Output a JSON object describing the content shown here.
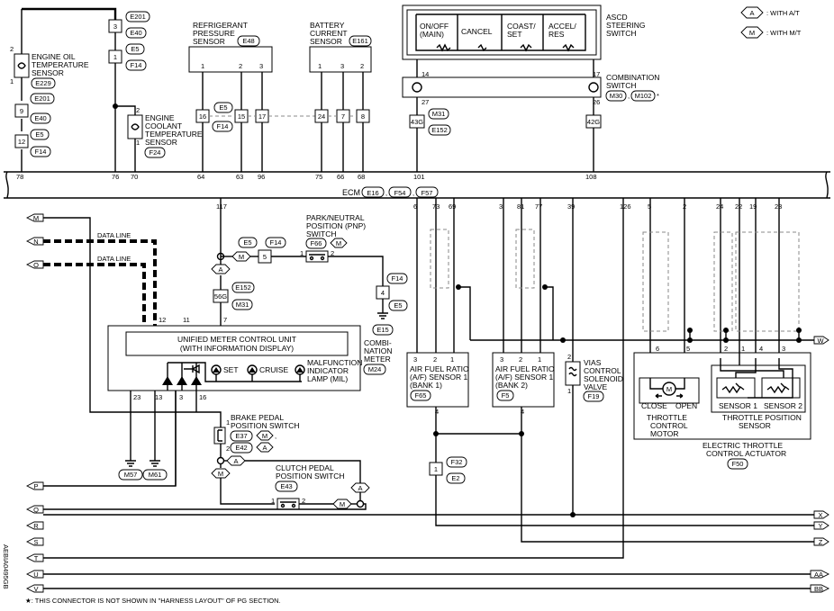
{
  "legend": {
    "a_symbol": "A",
    "a_text": ": WITH A/T",
    "m_symbol": "M",
    "m_text": ": WITH M/T"
  },
  "ecm": {
    "label": "ECM",
    "connectors": [
      "E16",
      "F54",
      "F57"
    ],
    "top_pins": [
      "78",
      "76",
      "70",
      "64",
      "63",
      "96",
      "75",
      "66",
      "68",
      "101",
      "108"
    ],
    "bottom_pins": [
      "117",
      "6",
      "73",
      "69",
      "3",
      "81",
      "77",
      "39",
      "126",
      "5",
      "2",
      "24",
      "22",
      "19",
      "23"
    ]
  },
  "components": {
    "oil_temp": {
      "name": [
        "ENGINE OIL",
        "TEMPERATURE",
        "SENSOR"
      ],
      "connector": "E229",
      "pin_top": "2",
      "pin_bottom": "1"
    },
    "coolant_temp": {
      "name": [
        "ENGINE",
        "COOLANT",
        "TEMPERATURE",
        "SENSOR"
      ],
      "connector": "F24",
      "pin_top": "2",
      "pin_bottom": "1"
    },
    "refrigerant": {
      "name": [
        "REFRIGERANT",
        "PRESSURE",
        "SENSOR"
      ],
      "connector": "E48",
      "pins": [
        "1",
        "2",
        "3"
      ]
    },
    "battery": {
      "name": [
        "BATTERY",
        "CURRENT",
        "SENSOR"
      ],
      "connector": "E161",
      "pins": [
        "1",
        "3",
        "2"
      ]
    },
    "ascd": {
      "name": [
        "ASCD",
        "STEERING",
        "SWITCH"
      ],
      "switches": [
        [
          "ON/OFF",
          "(MAIN)"
        ],
        [
          "CANCEL"
        ],
        [
          "COAST/",
          "SET"
        ],
        [
          "ACCEL/",
          "RES"
        ]
      ]
    },
    "combination_switch": {
      "name": [
        "COMBINATION",
        "SWITCH"
      ],
      "connectors": [
        "M30",
        "M102"
      ],
      "star": "*",
      "pins": [
        "14",
        "17",
        "27",
        "26"
      ]
    },
    "pnp": {
      "name": [
        "PARK/NEUTRAL",
        "POSITION (PNP)",
        "SWITCH"
      ],
      "connector": "F66",
      "variant": "M",
      "pins": [
        "1",
        "2"
      ]
    },
    "meter": {
      "name": [
        "UNIFIED METER CONTROL UNIT",
        "(WITH INFORMATION DISPLAY)"
      ],
      "side_label": [
        "COMBI-",
        "NATION",
        "METER"
      ],
      "connector": "M24",
      "pins_top": [
        "12",
        "11",
        "7"
      ],
      "pins_bottom": [
        "23",
        "13",
        "3",
        "16"
      ],
      "lamps": [
        "SET",
        "CRUISE"
      ],
      "mil": [
        "MALFUNCTION",
        "INDICATOR",
        "LAMP (MIL)"
      ]
    },
    "af1": {
      "name": [
        "AIR FUEL RATIO",
        "(A/F) SENSOR 1",
        "(BANK 1)"
      ],
      "connector": "F65",
      "pins": [
        "3",
        "2",
        "1"
      ],
      "pin_bottom": "4"
    },
    "af2": {
      "name": [
        "AIR FUEL RATIO",
        "(A/F) SENSOR 1",
        "(BANK 2)"
      ],
      "connector": "F5",
      "pins": [
        "3",
        "2",
        "1"
      ],
      "pin_bottom": "4"
    },
    "vias": {
      "name": [
        "VIAS",
        "CONTROL",
        "SOLENOID",
        "VALVE"
      ],
      "connector": "F19",
      "pins": [
        "2",
        "1"
      ]
    },
    "throttle_motor": {
      "name": [
        "THROTTLE",
        "CONTROL",
        "MOTOR"
      ],
      "close": "CLOSE",
      "open": "OPEN",
      "pins": [
        "6",
        "5"
      ],
      "symbol": "M"
    },
    "throttle_sensor": {
      "name": [
        "THROTTLE POSITION",
        "SENSOR"
      ],
      "s1": "SENSOR 1",
      "s2": "SENSOR 2",
      "pins": [
        "2",
        "1",
        "4",
        "3"
      ]
    },
    "etc_actuator": {
      "name": [
        "ELECTRIC THROTTLE",
        "CONTROL ACTUATOR"
      ],
      "connector": "F50"
    },
    "brake": {
      "name": [
        "BRAKE PEDAL",
        "POSITION SWITCH"
      ],
      "connectors": [
        "E37",
        "E42"
      ],
      "variants": [
        "M",
        "A"
      ],
      "pins": [
        "1",
        "2"
      ]
    },
    "clutch": {
      "name": [
        "CLUTCH PEDAL",
        "POSITION SWITCH"
      ],
      "connector": "E43",
      "pins": [
        "1",
        "2"
      ]
    }
  },
  "connectors": {
    "left_column": [
      {
        "pin": "3",
        "conn": "E201"
      },
      {
        "pin": "",
        "conn": "E40"
      },
      {
        "pin": "1",
        "conn": "E5"
      },
      {
        "pin": "",
        "conn": "F14"
      }
    ],
    "oil_chain": [
      {
        "pin": "",
        "conn": "E201"
      },
      {
        "pin": "9",
        "conn": "E40"
      },
      {
        "pin": "",
        "conn": "E5"
      },
      {
        "pin": "12",
        "conn": "F14"
      }
    ],
    "inline_16": {
      "pins": [
        "16",
        "15",
        "17"
      ],
      "conns": [
        "E5",
        "F14"
      ]
    },
    "inline_24": {
      "pins": [
        "24",
        "7",
        "8"
      ]
    },
    "c43g": {
      "pin": "43G",
      "conns": [
        "M31",
        "E152"
      ]
    },
    "c42g": {
      "pin": "42G"
    },
    "pnp_inline": {
      "pin": "5",
      "conns": [
        "E5",
        "F14"
      ],
      "variant": "M"
    },
    "c56g": {
      "pin": "56G",
      "conns": [
        "E152",
        "M31"
      ],
      "variant": "A"
    },
    "pnp_gnd": {
      "pin": "4",
      "conns": [
        "F14",
        "E5"
      ],
      "ground": "E15"
    },
    "f32": {
      "pin": "1",
      "conns": [
        "F32",
        "E2"
      ]
    },
    "grounds": [
      "M57",
      "M61"
    ]
  },
  "signals": {
    "data_line": "DATA LINE",
    "left_tags": [
      "M",
      "N",
      "O",
      "P",
      "Q",
      "R",
      "S",
      "T",
      "U",
      "V"
    ],
    "right_tags": [
      "W",
      "X",
      "Y",
      "Z",
      "AA",
      "BB"
    ]
  },
  "footer": {
    "note": "★: THIS CONNECTOR IS NOT SHOWN IN \"HARNESS LAYOUT\" OF PG SECTION.",
    "code": "AEBIA0495GB"
  }
}
